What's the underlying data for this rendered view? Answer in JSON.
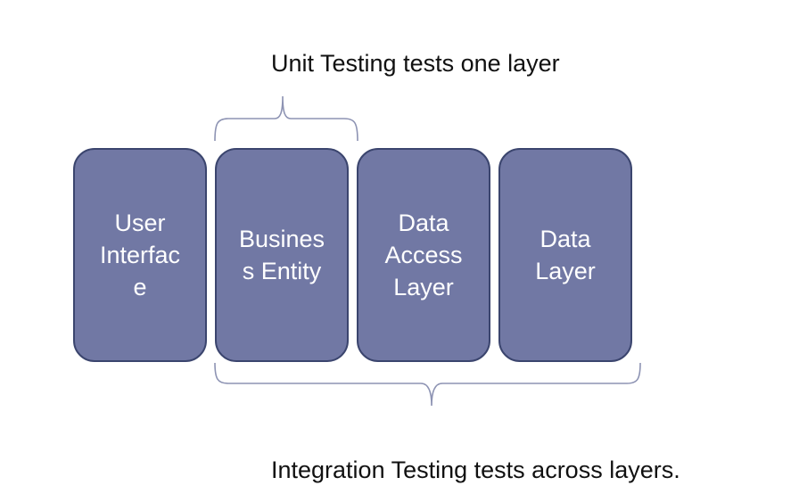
{
  "diagram": {
    "top_caption": "Unit Testing tests one layer",
    "bottom_caption": "Integration Testing tests across layers.",
    "box_fill": "#7178a4",
    "box_border": "#3b456e",
    "bracket_color": "#8d93b3",
    "layers": [
      {
        "label": "User\nInterfac\ne"
      },
      {
        "label": "Busines\ns Entity"
      },
      {
        "label": "Data\nAccess\nLayer"
      },
      {
        "label": "Data\nLayer"
      }
    ]
  }
}
